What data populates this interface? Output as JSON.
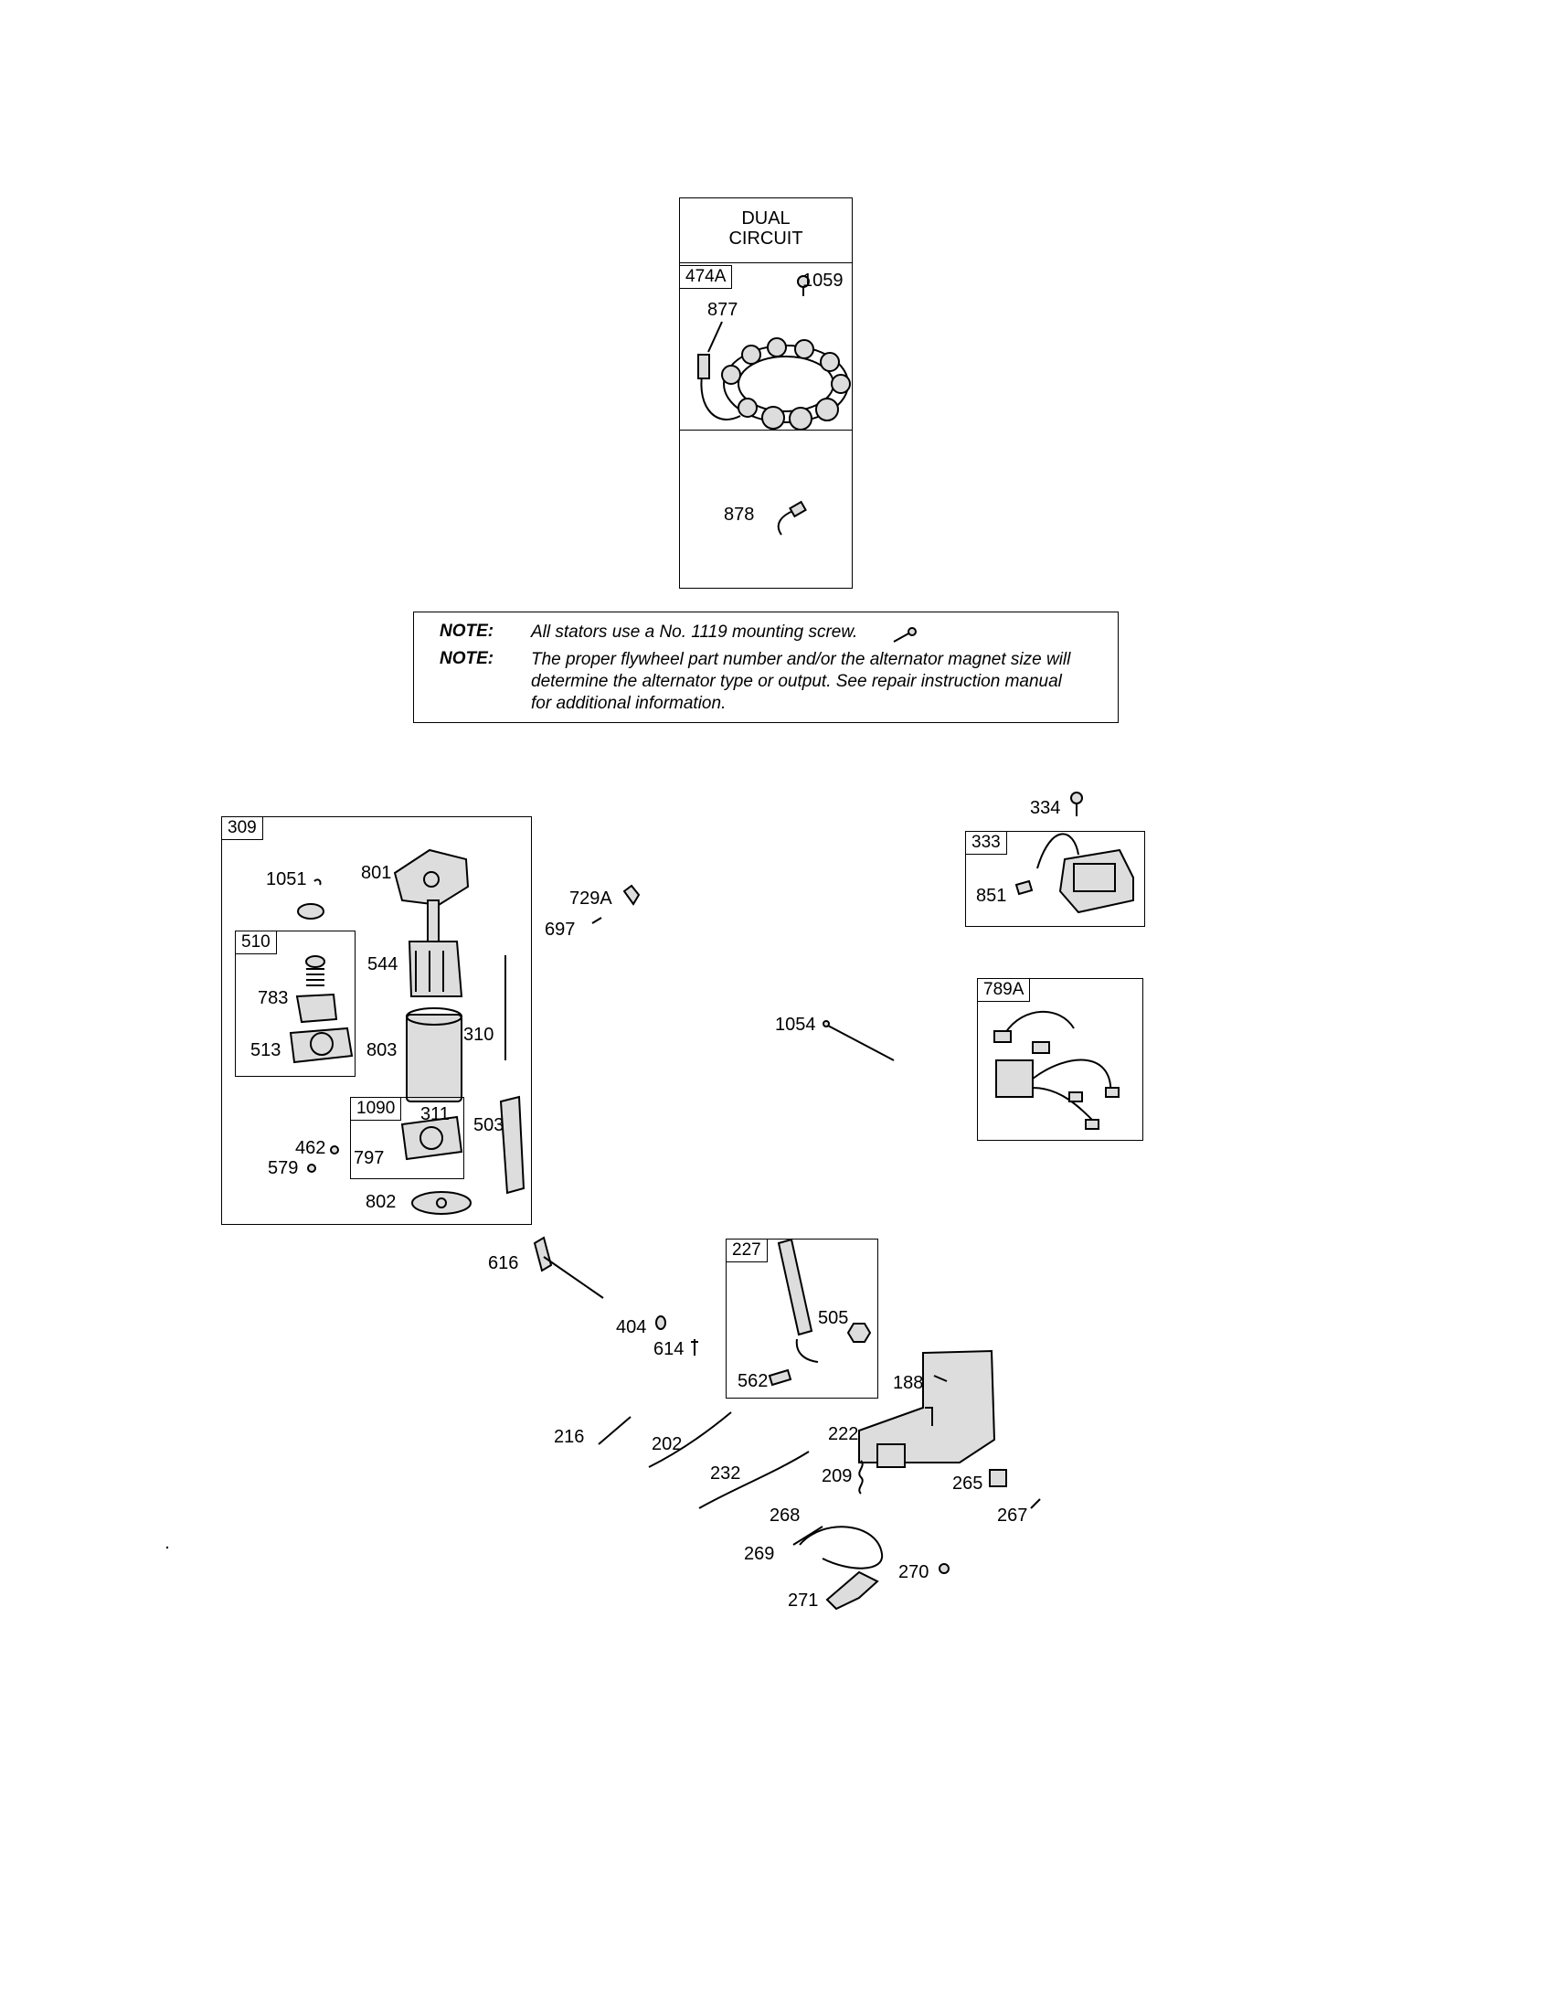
{
  "header": {
    "dual_circuit": "DUAL\nCIRCUIT"
  },
  "notes": [
    {
      "key": "NOTE:",
      "text": "All stators use a No. 1119 mounting screw."
    },
    {
      "key": "NOTE:",
      "text": "The proper flywheel part number and/or the alternator magnet size will\ndetermine the alternator type or output. See repair instruction manual\nfor additional information."
    }
  ],
  "tags": {
    "t474A": "474A",
    "t309": "309",
    "t510": "510",
    "t1090": "1090",
    "t333": "333",
    "t789A": "789A",
    "t227": "227"
  },
  "labels": {
    "p1059": "1059",
    "p877": "877",
    "p878": "878",
    "p334": "334",
    "p851": "851",
    "p1051": "1051",
    "p801": "801",
    "p544": "544",
    "p783": "783",
    "p513": "513",
    "p803": "803",
    "p310": "310",
    "p311": "311",
    "p797": "797",
    "p503": "503",
    "p462": "462",
    "p579": "579",
    "p802": "802",
    "p729A": "729A",
    "p697": "697",
    "p1054": "1054",
    "p616": "616",
    "p404": "404",
    "p614": "614",
    "p505": "505",
    "p562": "562",
    "p188": "188",
    "p216": "216",
    "p202": "202",
    "p222": "222",
    "p232": "232",
    "p209": "209",
    "p265": "265",
    "p267": "267",
    "p268": "268",
    "p269": "269",
    "p270": "270",
    "p271": "271"
  }
}
